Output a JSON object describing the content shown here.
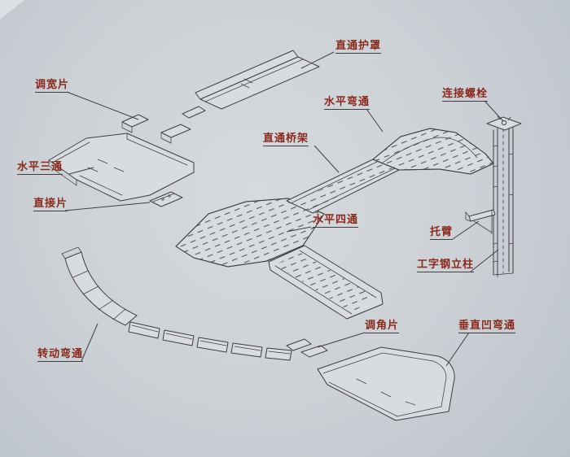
{
  "diagram": {
    "type": "isometric-parts-diagram",
    "subject": "cable-tray-system-components",
    "labels": {
      "cover": "直通护罩",
      "width_adjust": "调宽片",
      "horizontal_bend": "水平弯通",
      "connect_bolt": "连接螺栓",
      "straight_tray": "直通桥架",
      "horizontal_tee": "水平三通",
      "direct_piece": "直接片",
      "horizontal_cross": "水平四通",
      "bracket_arm": "托臂",
      "ibeam_column": "工字钢立柱",
      "angle_adjust": "调角片",
      "vertical_concave_bend": "垂直凹弯通",
      "rotating_bend": "转动弯通"
    },
    "colors": {
      "label_text": "#8a2a1b",
      "line": "#3f3f42",
      "hatch": "#55585c",
      "paper": "#ccd1d6",
      "tray_fill": "#d9dcdf"
    }
  }
}
